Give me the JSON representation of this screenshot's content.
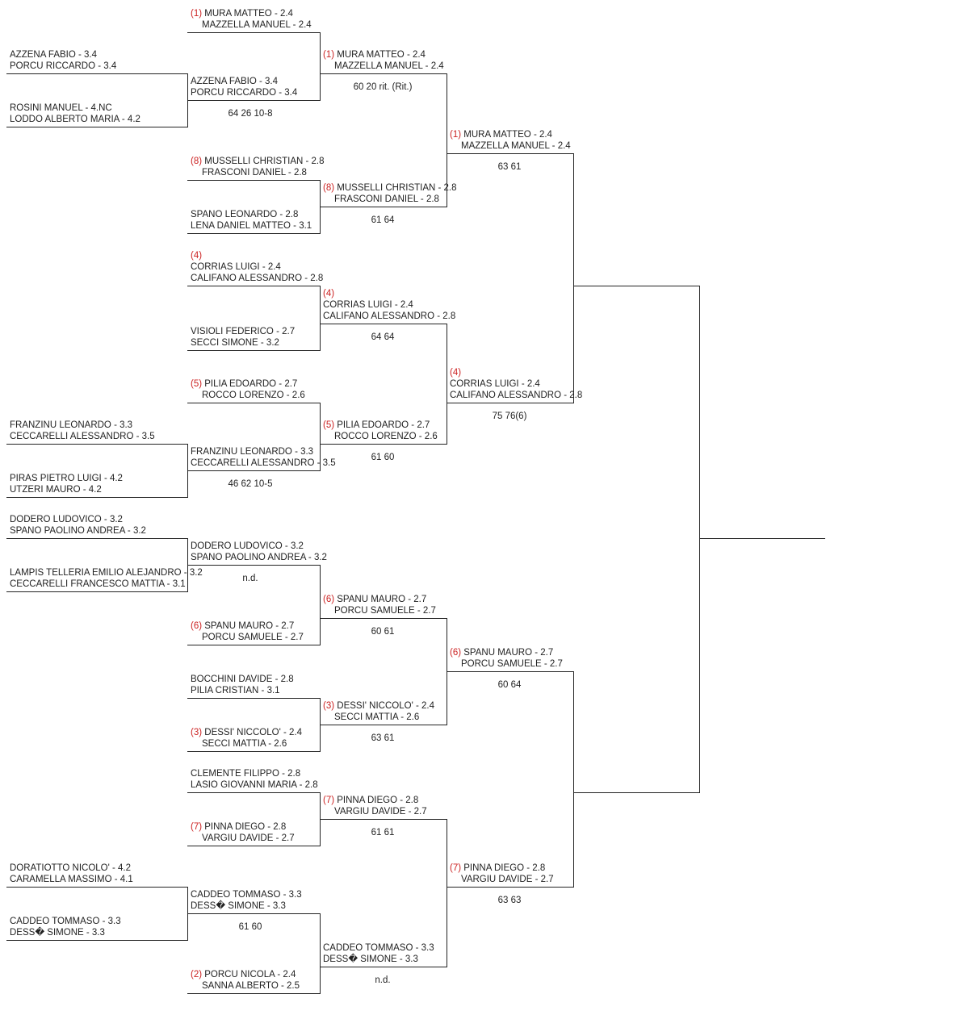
{
  "first_round": [
    {
      "seed": "",
      "players": [
        "AZZENA FABIO - 3.4",
        "PORCU RICCARDO - 3.4"
      ]
    },
    {
      "seed": "",
      "players": [
        "ROSINI MANUEL - 4.NC",
        "LODDO ALBERTO MARIA - 4.2"
      ]
    },
    {
      "seed": "",
      "players": [
        "FRANZINU LEONARDO - 3.3",
        "CECCARELLI ALESSANDRO - 3.5"
      ]
    },
    {
      "seed": "",
      "players": [
        "PIRAS PIETRO LUIGI - 4.2",
        "UTZERI MAURO - 4.2"
      ]
    },
    {
      "seed": "",
      "players": [
        "DODERO LUDOVICO - 3.2",
        "SPANO PAOLINO ANDREA - 3.2"
      ]
    },
    {
      "seed": "",
      "players": [
        "LAMPIS TELLERIA EMILIO ALEJANDRO - 3.2",
        "CECCARELLI FRANCESCO MATTIA - 3.1"
      ]
    },
    {
      "seed": "",
      "players": [
        "DORATIOTTO NICOLO' - 4.2",
        "CARAMELLA MASSIMO - 4.1"
      ]
    },
    {
      "seed": "",
      "players": [
        "CADDEO TOMMASO - 3.3",
        "DESS� SIMONE - 3.3"
      ]
    }
  ],
  "round_of_16": [
    {
      "seed": "(1)",
      "players": [
        "MURA MATTEO - 2.4",
        "MAZZELLA MANUEL - 2.4"
      ],
      "score": ""
    },
    {
      "seed": "",
      "players": [
        "AZZENA FABIO - 3.4",
        "PORCU RICCARDO - 3.4"
      ],
      "score": "64 26 10-8"
    },
    {
      "seed": "(8)",
      "players": [
        "MUSSELLI CHRISTIAN - 2.8",
        "FRASCONI DANIEL - 2.8"
      ],
      "score": ""
    },
    {
      "seed": "",
      "players": [
        "SPANO LEONARDO - 2.8",
        "LENA DANIEL MATTEO - 3.1"
      ],
      "score": ""
    },
    {
      "seed": "(4)",
      "players": [
        "CORRIAS LUIGI - 2.4",
        "CALIFANO ALESSANDRO - 2.8"
      ],
      "score": ""
    },
    {
      "seed": "",
      "players": [
        "VISIOLI FEDERICO - 2.7",
        "SECCI SIMONE - 3.2"
      ],
      "score": ""
    },
    {
      "seed": "(5)",
      "players": [
        "PILIA EDOARDO - 2.7",
        "ROCCO LORENZO - 2.6"
      ],
      "score": ""
    },
    {
      "seed": "",
      "players": [
        "FRANZINU LEONARDO - 3.3",
        "CECCARELLI ALESSANDRO - 3.5"
      ],
      "score": "46 62 10-5"
    },
    {
      "seed": "",
      "players": [
        "DODERO LUDOVICO - 3.2",
        "SPANO PAOLINO ANDREA - 3.2"
      ],
      "score": "n.d."
    },
    {
      "seed": "(6)",
      "players": [
        "SPANU MAURO - 2.7",
        "PORCU SAMUELE - 2.7"
      ],
      "score": ""
    },
    {
      "seed": "",
      "players": [
        "BOCCHINI DAVIDE - 2.8",
        "PILIA CRISTIAN - 3.1"
      ],
      "score": ""
    },
    {
      "seed": "(3)",
      "players": [
        "DESSI' NICCOLO' - 2.4",
        "SECCI MATTIA - 2.6"
      ],
      "score": ""
    },
    {
      "seed": "",
      "players": [
        "CLEMENTE FILIPPO - 2.8",
        "LASIO GIOVANNI MARIA - 2.8"
      ],
      "score": ""
    },
    {
      "seed": "(7)",
      "players": [
        "PINNA DIEGO - 2.8",
        "VARGIU DAVIDE - 2.7"
      ],
      "score": ""
    },
    {
      "seed": "",
      "players": [
        "CADDEO TOMMASO - 3.3",
        "DESS� SIMONE - 3.3"
      ],
      "score": "61 60"
    },
    {
      "seed": "(2)",
      "players": [
        "PORCU NICOLA - 2.4",
        "SANNA ALBERTO - 2.5"
      ],
      "score": ""
    }
  ],
  "quarterfinals": [
    {
      "seed": "(1)",
      "players": [
        "MURA MATTEO - 2.4",
        "MAZZELLA MANUEL - 2.4"
      ],
      "score": "60 20 rit. (Rit.)"
    },
    {
      "seed": "(8)",
      "players": [
        "MUSSELLI CHRISTIAN - 2.8",
        "FRASCONI DANIEL - 2.8"
      ],
      "score": "61 64"
    },
    {
      "seed": "(4)",
      "players": [
        "CORRIAS LUIGI - 2.4",
        "CALIFANO ALESSANDRO - 2.8"
      ],
      "score": "64 64"
    },
    {
      "seed": "(5)",
      "players": [
        "PILIA EDOARDO - 2.7",
        "ROCCO LORENZO - 2.6"
      ],
      "score": "61 60"
    },
    {
      "seed": "(6)",
      "players": [
        "SPANU MAURO - 2.7",
        "PORCU SAMUELE - 2.7"
      ],
      "score": "60 61"
    },
    {
      "seed": "(3)",
      "players": [
        "DESSI' NICCOLO' - 2.4",
        "SECCI MATTIA - 2.6"
      ],
      "score": "63 61"
    },
    {
      "seed": "(7)",
      "players": [
        "PINNA DIEGO - 2.8",
        "VARGIU DAVIDE - 2.7"
      ],
      "score": "61 61"
    },
    {
      "seed": "",
      "players": [
        "CADDEO TOMMASO - 3.3",
        "DESS� SIMONE - 3.3"
      ],
      "score": "n.d."
    }
  ],
  "semifinals": [
    {
      "seed": "(1)",
      "players": [
        "MURA MATTEO - 2.4",
        "MAZZELLA MANUEL - 2.4"
      ],
      "score": "63 61"
    },
    {
      "seed": "(4)",
      "players": [
        "CORRIAS LUIGI - 2.4",
        "CALIFANO ALESSANDRO - 2.8"
      ],
      "score": "75 76(6)"
    },
    {
      "seed": "(6)",
      "players": [
        "SPANU MAURO - 2.7",
        "PORCU SAMUELE - 2.7"
      ],
      "score": "60 64"
    },
    {
      "seed": "(7)",
      "players": [
        "PINNA DIEGO - 2.8",
        "VARGIU DAVIDE - 2.7"
      ],
      "score": "63 63"
    }
  ]
}
